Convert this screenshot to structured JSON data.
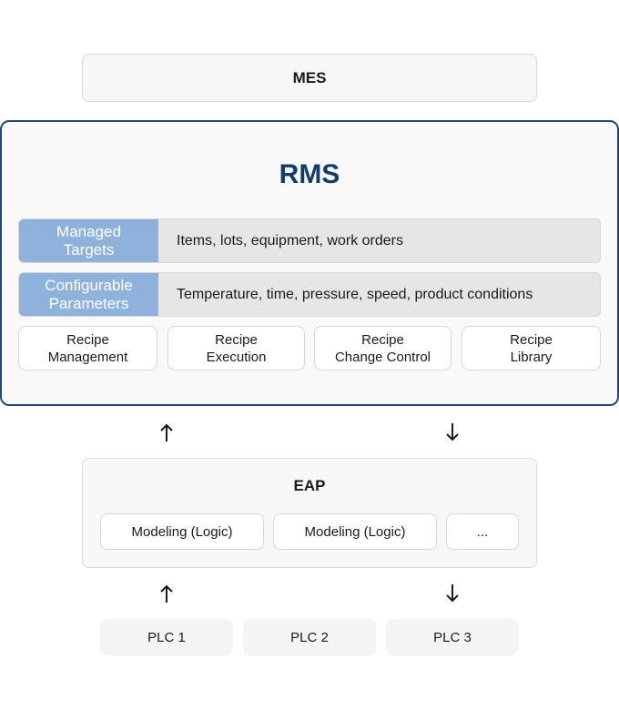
{
  "mes": {
    "label": "MES"
  },
  "rms": {
    "title": "RMS",
    "rows": [
      {
        "label": "Managed\nTargets",
        "value": "Items, lots, equipment, work orders"
      },
      {
        "label": "Configurable\nParameters",
        "value": "Temperature, time, pressure, speed, product conditions"
      }
    ],
    "functions": [
      "Recipe\nManagement",
      "Recipe\nExecution",
      "Recipe\nChange Control",
      "Recipe\nLibrary"
    ]
  },
  "eap": {
    "title": "EAP",
    "modules": [
      "Modeling (Logic)",
      "Modeling (Logic)",
      "..."
    ]
  },
  "plcs": [
    "PLC 1",
    "PLC 2",
    "PLC 3"
  ],
  "icons": {
    "up": "arrow-up-icon",
    "down": "arrow-down-icon"
  },
  "colors": {
    "rms_border": "#1e4a7a",
    "rms_title": "#133c6b",
    "row_label_bg": "#8fb2dc"
  }
}
